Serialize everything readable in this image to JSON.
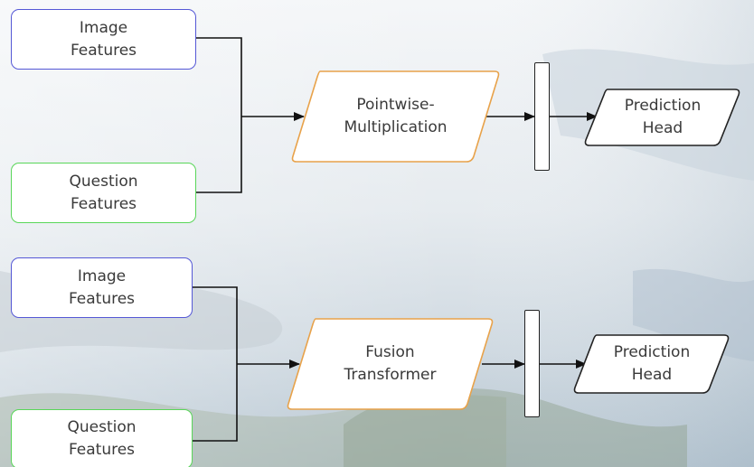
{
  "colors": {
    "input_image_border": "#5558d6",
    "input_question_border": "#59d659",
    "fusion_border": "#e8a24a",
    "head_border": "#222222",
    "wire": "#111111"
  },
  "top_pipeline": {
    "image_input": {
      "line1": "Image",
      "line2": "Features"
    },
    "question_input": {
      "line1": "Question",
      "line2": "Features"
    },
    "fusion": {
      "line1": "Pointwise-",
      "line2": "Multiplication"
    },
    "head": {
      "line1": "Prediction",
      "line2": "Head"
    }
  },
  "bottom_pipeline": {
    "image_input": {
      "line1": "Image",
      "line2": "Features"
    },
    "question_input": {
      "line1": "Question",
      "line2": "Features"
    },
    "fusion": {
      "line1": "Fusion",
      "line2": "Transformer"
    },
    "head": {
      "line1": "Prediction",
      "line2": "Head"
    }
  }
}
